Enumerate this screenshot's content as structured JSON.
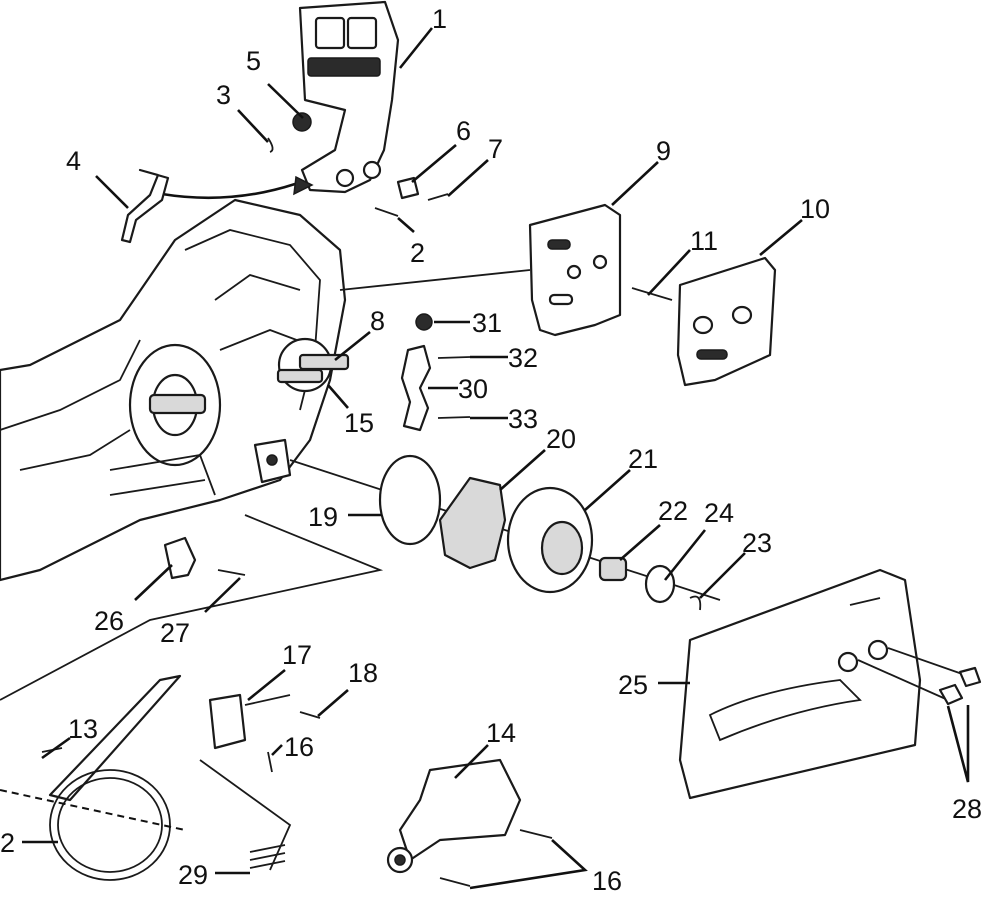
{
  "part_labels": [
    {
      "id": "1",
      "text": "1"
    },
    {
      "id": "2a",
      "text": "2"
    },
    {
      "id": "2b",
      "text": "2"
    },
    {
      "id": "3",
      "text": "3"
    },
    {
      "id": "4",
      "text": "4"
    },
    {
      "id": "5",
      "text": "5"
    },
    {
      "id": "6",
      "text": "6"
    },
    {
      "id": "7",
      "text": "7"
    },
    {
      "id": "8",
      "text": "8"
    },
    {
      "id": "9",
      "text": "9"
    },
    {
      "id": "10",
      "text": "10"
    },
    {
      "id": "11",
      "text": "11"
    },
    {
      "id": "13",
      "text": "13"
    },
    {
      "id": "14",
      "text": "14"
    },
    {
      "id": "15",
      "text": "15"
    },
    {
      "id": "16a",
      "text": "16"
    },
    {
      "id": "16b",
      "text": "16"
    },
    {
      "id": "17",
      "text": "17"
    },
    {
      "id": "18",
      "text": "18"
    },
    {
      "id": "19",
      "text": "19"
    },
    {
      "id": "20",
      "text": "20"
    },
    {
      "id": "21",
      "text": "21"
    },
    {
      "id": "22",
      "text": "22"
    },
    {
      "id": "23",
      "text": "23"
    },
    {
      "id": "24",
      "text": "24"
    },
    {
      "id": "25",
      "text": "25"
    },
    {
      "id": "26",
      "text": "26"
    },
    {
      "id": "27",
      "text": "27"
    },
    {
      "id": "28",
      "text": "28"
    },
    {
      "id": "29",
      "text": "29"
    },
    {
      "id": "30",
      "text": "30"
    },
    {
      "id": "31",
      "text": "31"
    },
    {
      "id": "32",
      "text": "32"
    },
    {
      "id": "33",
      "text": "33"
    }
  ]
}
